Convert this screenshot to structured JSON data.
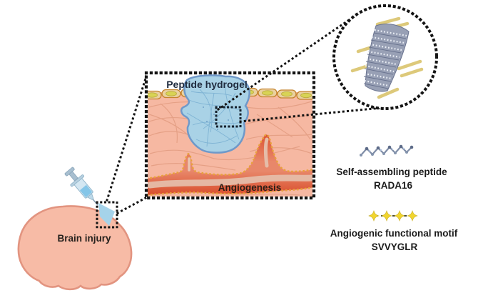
{
  "diagram": {
    "description_type": "schematic-figure",
    "brain": {
      "label": "Brain injury"
    },
    "tissue_box": {
      "hydrogel_label": "Peptide hydrogel",
      "vessel_label": "Angiogenesis"
    },
    "legend": [
      {
        "icon": "peptide-chain-icon",
        "line1": "Self-assembling peptide",
        "line2": "RADA16"
      },
      {
        "icon": "angiogenic-motif-icon",
        "line1": "Angiogenic functional motif",
        "line2": "SVVYGLR"
      }
    ],
    "icons": {
      "injection": "syringe-icon",
      "zoom_detail": "nanofiber-scaffold-icon",
      "rada16": "peptide-chain-icon",
      "svvyglr": "angiogenic-motif-icon"
    },
    "colors": {
      "background": "#ffffff",
      "brain_fill": "#f7bba6",
      "brain_outline": "#e29480",
      "tissue_fill": "#f6b8a2",
      "tissue_fiber": "#e0997d",
      "hydrogel_fill": "#a9d2e6",
      "hydrogel_outline": "#6f99c9",
      "hydrogel_mesh": "#7ab0d2",
      "vessel_red": "#dc5533",
      "vessel_core": "#e5bda9",
      "vessel_dash_orange": "#e8a23c",
      "membrane_cell_fill": "#ead1a0",
      "membrane_cell_outline": "#c5832d",
      "nucleus_yellow": "#d8d355",
      "nanofiber_grey": "#98a0b5",
      "motif_yellow": "#f1d52f",
      "syringe_blue": "#85c6e8",
      "dotted_black": "#141414"
    }
  }
}
